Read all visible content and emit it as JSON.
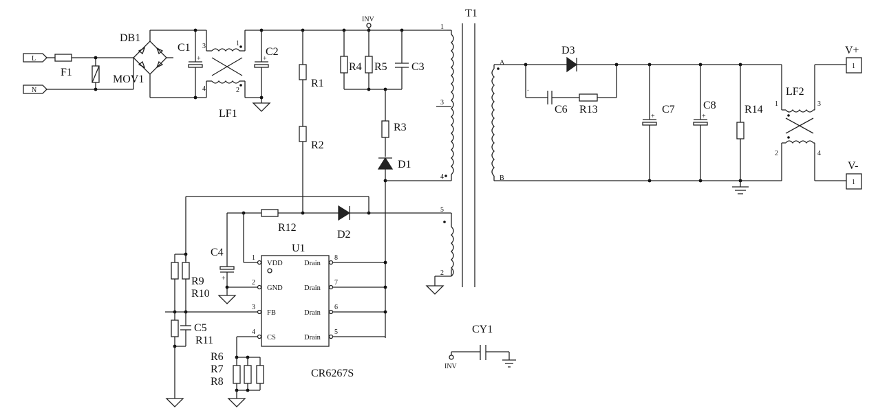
{
  "labels": {
    "DB1": "DB1",
    "C1": "C1",
    "C2": "C2",
    "F1": "F1",
    "MOV1": "MOV1",
    "LF1": "LF1",
    "R1": "R1",
    "R2": "R2",
    "R3": "R3",
    "R4": "R4",
    "R5": "R5",
    "C3": "C3",
    "D1": "D1",
    "T1": "T1",
    "INV_top": "INV",
    "INV_bottom": "INV",
    "D3": "D3",
    "C6": "C6",
    "R13": "R13",
    "C7": "C7",
    "C8": "C8",
    "R14": "R14",
    "LF2": "LF2",
    "Vplus": "V+",
    "Vminus": "V-",
    "R12": "R12",
    "D2": "D2",
    "C4": "C4",
    "U1": "U1",
    "R9": "R9",
    "R10": "R10",
    "C5": "C5",
    "R11": "R11",
    "R6": "R6",
    "R7": "R7",
    "R8": "R8",
    "CR6267S": "CR6267S",
    "CY1": "CY1",
    "L": "L",
    "N": "N",
    "A": "A",
    "B": "B",
    "conn1": "1",
    "conn2": "1"
  },
  "ic": {
    "pins": [
      "VDD",
      "GND",
      "FB",
      "CS",
      "Drain",
      "Drain",
      "Drain",
      "Drain"
    ],
    "numbers": [
      "1",
      "2",
      "3",
      "4",
      "8",
      "7",
      "6",
      "5"
    ]
  },
  "pins": {
    "lf1_1": "1",
    "lf1_2": "2",
    "lf1_3": "3",
    "lf1_4": "4",
    "t1_1": "1",
    "t1_3": "3",
    "t1_4": "4",
    "t1_5": "5",
    "t1_2": "2",
    "lf2_1": "1",
    "lf2_2": "2",
    "lf2_3": "3",
    "lf2_4": "4",
    "c6_dot": "."
  }
}
